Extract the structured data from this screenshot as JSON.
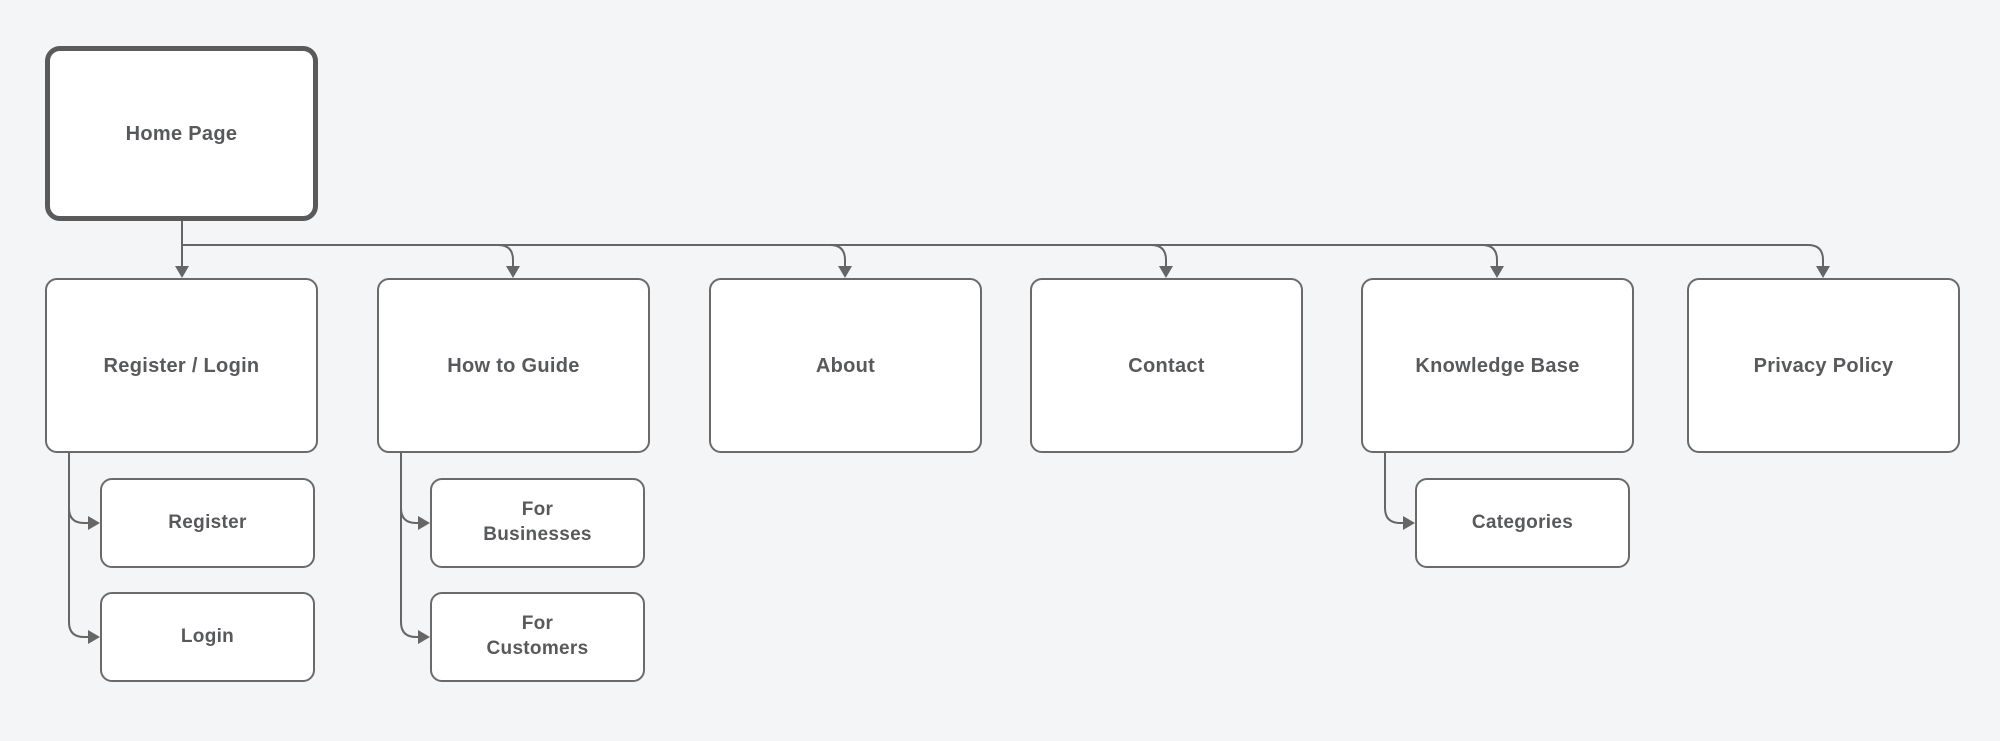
{
  "diagram": {
    "type": "sitemap-flowchart",
    "colors": {
      "background": "#f4f5f7",
      "node_fill": "#ffffff",
      "node_border": "#6a6a6a",
      "root_border": "#5a5a5a",
      "connector": "#666666",
      "text": "#58595b"
    },
    "root": {
      "label": "Home Page"
    },
    "level1": [
      {
        "label": "Register / Login"
      },
      {
        "label": "How to Guide"
      },
      {
        "label": "About"
      },
      {
        "label": "Contact"
      },
      {
        "label": "Knowledge Base"
      },
      {
        "label": "Privacy Policy"
      }
    ],
    "level2": {
      "register_login": [
        {
          "label": "Register"
        },
        {
          "label": "Login"
        }
      ],
      "how_to_guide": [
        {
          "label": "For Businesses"
        },
        {
          "label": "For Customers"
        }
      ],
      "knowledge_base": [
        {
          "label": "Categories"
        }
      ]
    }
  }
}
